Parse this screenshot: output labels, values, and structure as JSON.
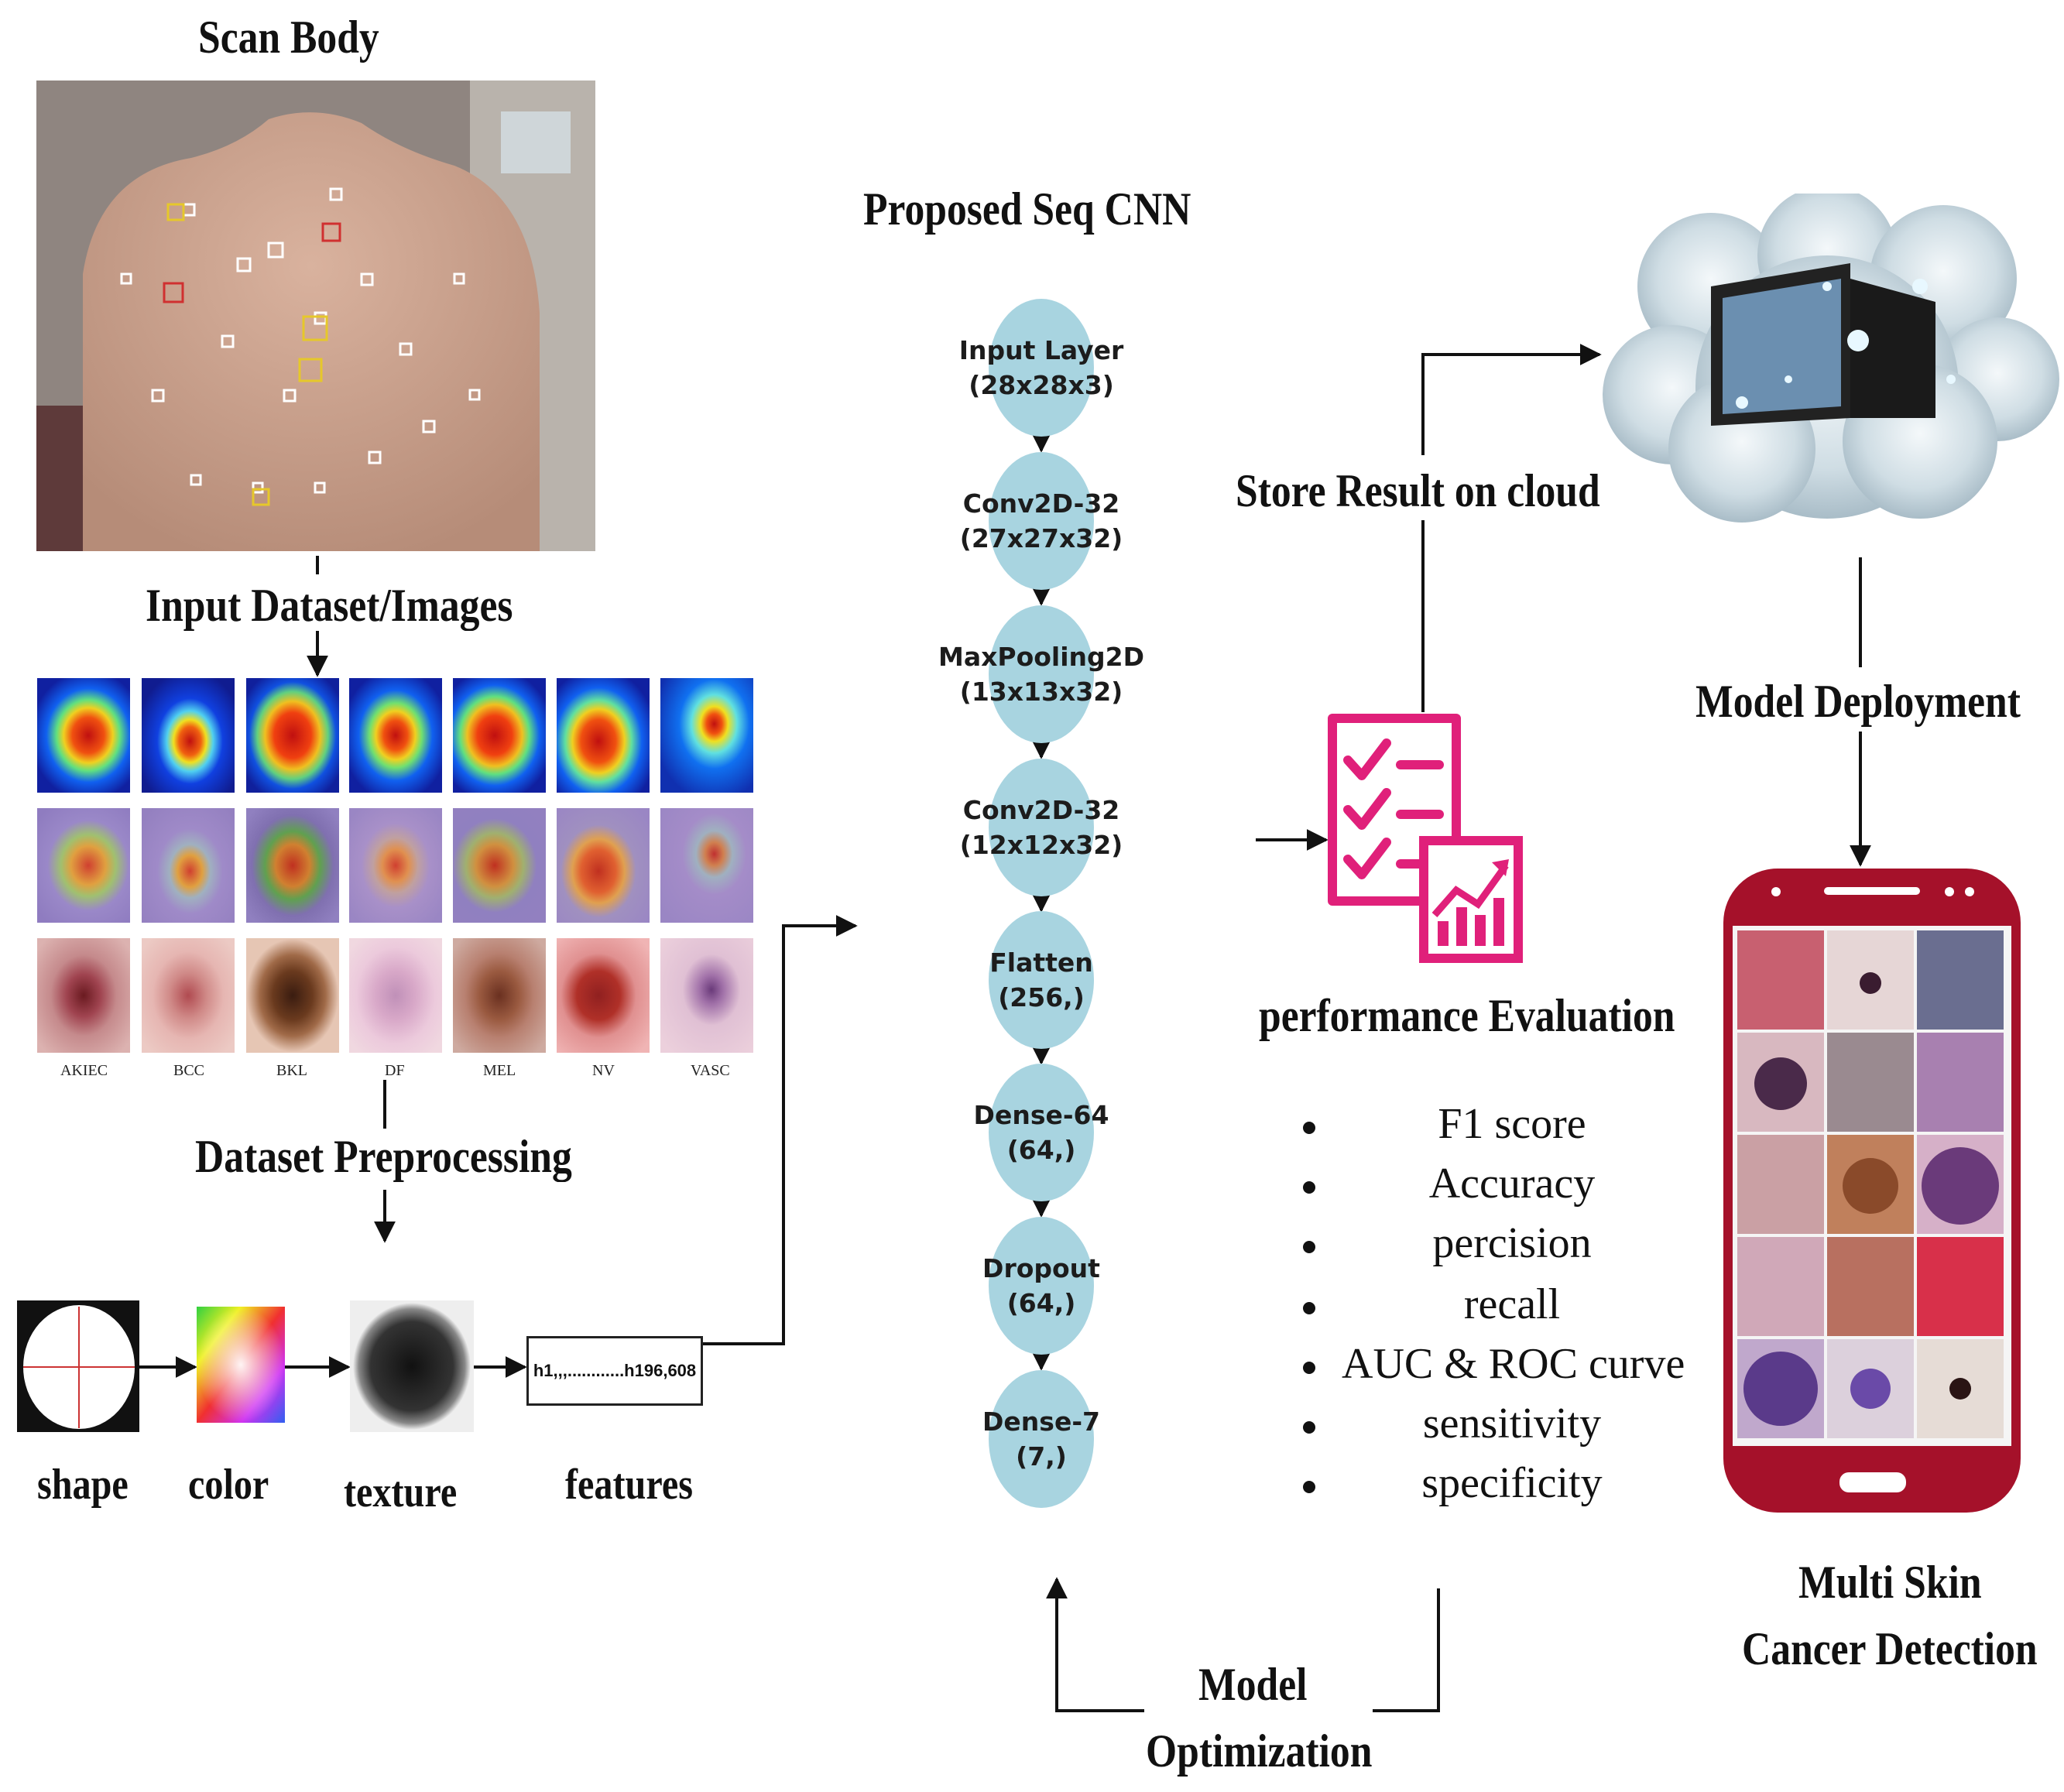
{
  "labels": {
    "scan_body": "Scan Body",
    "input_dataset": "Input Dataset/Images",
    "dataset_preprocessing": "Dataset Preprocessing",
    "proposed_cnn": "Proposed Seq CNN",
    "store_result": "Store Result on cloud",
    "performance_eval": "performance Evaluation",
    "model_deployment": "Model Deployment",
    "detection_line1": "Multi Skin",
    "detection_line2": "Cancer Detection",
    "optimization_line1": "Model",
    "optimization_line2": "Optimization"
  },
  "dataset_classes": [
    "AKIEC",
    "BCC",
    "BKL",
    "DF",
    "MEL",
    "NV",
    "VASC"
  ],
  "features": {
    "shape": "shape",
    "color": "color",
    "texture": "texture",
    "features": "features",
    "vector": "h1,,,............h196,608"
  },
  "cnn_layers": [
    {
      "name": "Input Layer",
      "shape": "(28x28x3)"
    },
    {
      "name": "Conv2D-32",
      "shape": "(27x27x32)"
    },
    {
      "name": "MaxPooling2D",
      "shape": "(13x13x32)"
    },
    {
      "name": "Conv2D-32",
      "shape": "(12x12x32)"
    },
    {
      "name": "Flatten",
      "shape": "(256,)"
    },
    {
      "name": "Dense-64",
      "shape": "(64,)"
    },
    {
      "name": "Dropout",
      "shape": "(64,)"
    },
    {
      "name": "Dense-7",
      "shape": "(7,)"
    }
  ],
  "metrics": [
    "F1 score",
    "Accuracy",
    "percision",
    "recall",
    "AUC & ROC curve",
    "sensitivity",
    "specificity"
  ],
  "colors": {
    "node_fill": "#a8d4e0",
    "report_icon": "#e0207a",
    "phone_body": "#a5112a"
  },
  "icons": {
    "report": "checklist-report-icon",
    "cloud": "cloud-computing-icon",
    "phone": "smartphone-icon"
  }
}
